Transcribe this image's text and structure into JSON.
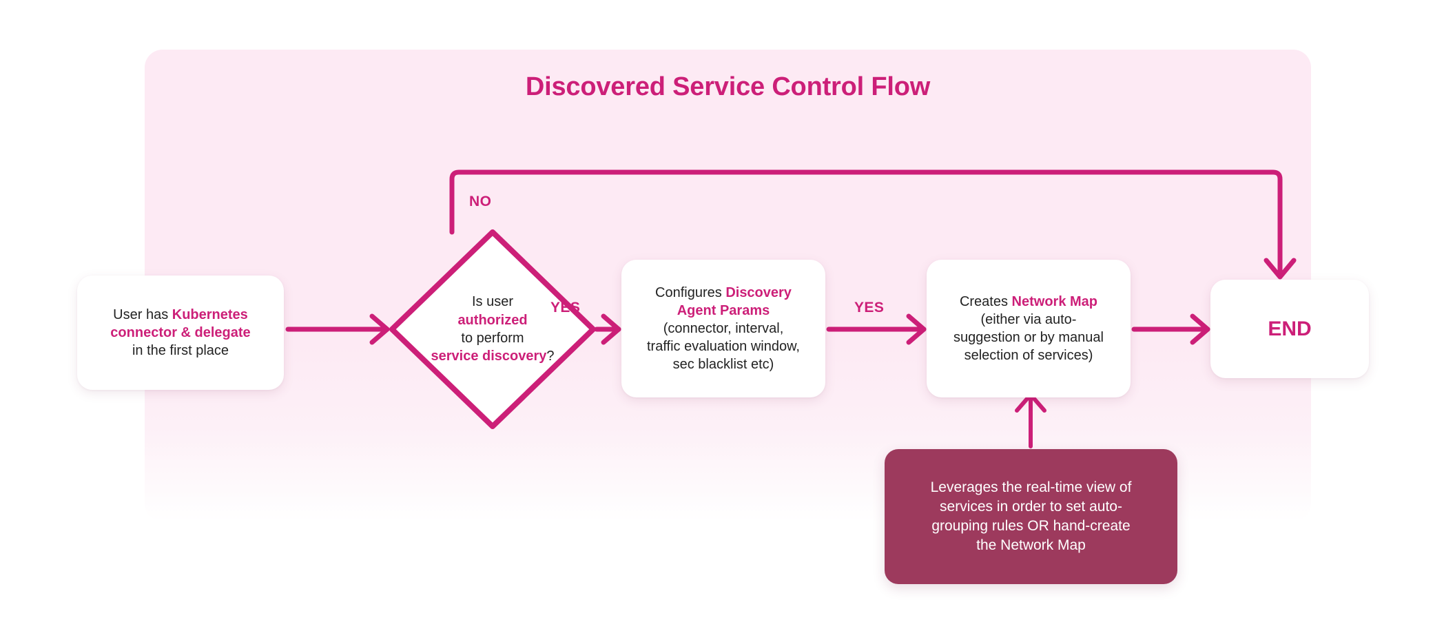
{
  "diagram": {
    "title": "Discovered Service Control Flow",
    "accent_color": "#cc1f78",
    "panel_color": "#fdeaf4",
    "note_color": "#9d3a5d",
    "nodes": {
      "prereq": {
        "shape": "rounded-rect",
        "line1_plain": "User has ",
        "line1_highlight": "Kubernetes",
        "line2_highlight": "connector & delegate",
        "line3_plain": "in the first place"
      },
      "decision": {
        "shape": "diamond",
        "line1_plain": "Is user",
        "line2_highlight": "authorized",
        "line3_plain": "to perform",
        "line4_highlight": "service discovery",
        "line4_suffix": "?"
      },
      "params": {
        "shape": "rounded-rect",
        "line1_plain": "Configures ",
        "line1_highlight": "Discovery",
        "line2_highlight": "Agent Params",
        "line3_plain": "(connector, interval,",
        "line4_plain": "traffic evaluation window,",
        "line5_plain": "sec blacklist etc)"
      },
      "netmap": {
        "shape": "rounded-rect",
        "line1_plain": "Creates ",
        "line1_highlight": "Network Map",
        "line2_plain": "(either via auto-",
        "line3_plain": "suggestion or by manual",
        "line4_plain": "selection of services)"
      },
      "end": {
        "shape": "rounded-rect",
        "label": "END"
      },
      "note": {
        "shape": "rounded-rect-filled",
        "line1": "Leverages the real-time view of",
        "line2": "services in order to set auto-",
        "line3": "grouping rules OR hand-create",
        "line4": "the Network Map"
      }
    },
    "edges": [
      {
        "id": "prereq-to-decision",
        "label": ""
      },
      {
        "id": "decision-no-to-end",
        "label": "NO"
      },
      {
        "id": "decision-yes-to-params",
        "label": "YES"
      },
      {
        "id": "params-to-netmap",
        "label": "YES"
      },
      {
        "id": "netmap-to-end",
        "label": ""
      },
      {
        "id": "note-to-netmap",
        "label": ""
      }
    ],
    "labels": {
      "no": "NO",
      "yes_1": "YES",
      "yes_2": "YES"
    }
  }
}
